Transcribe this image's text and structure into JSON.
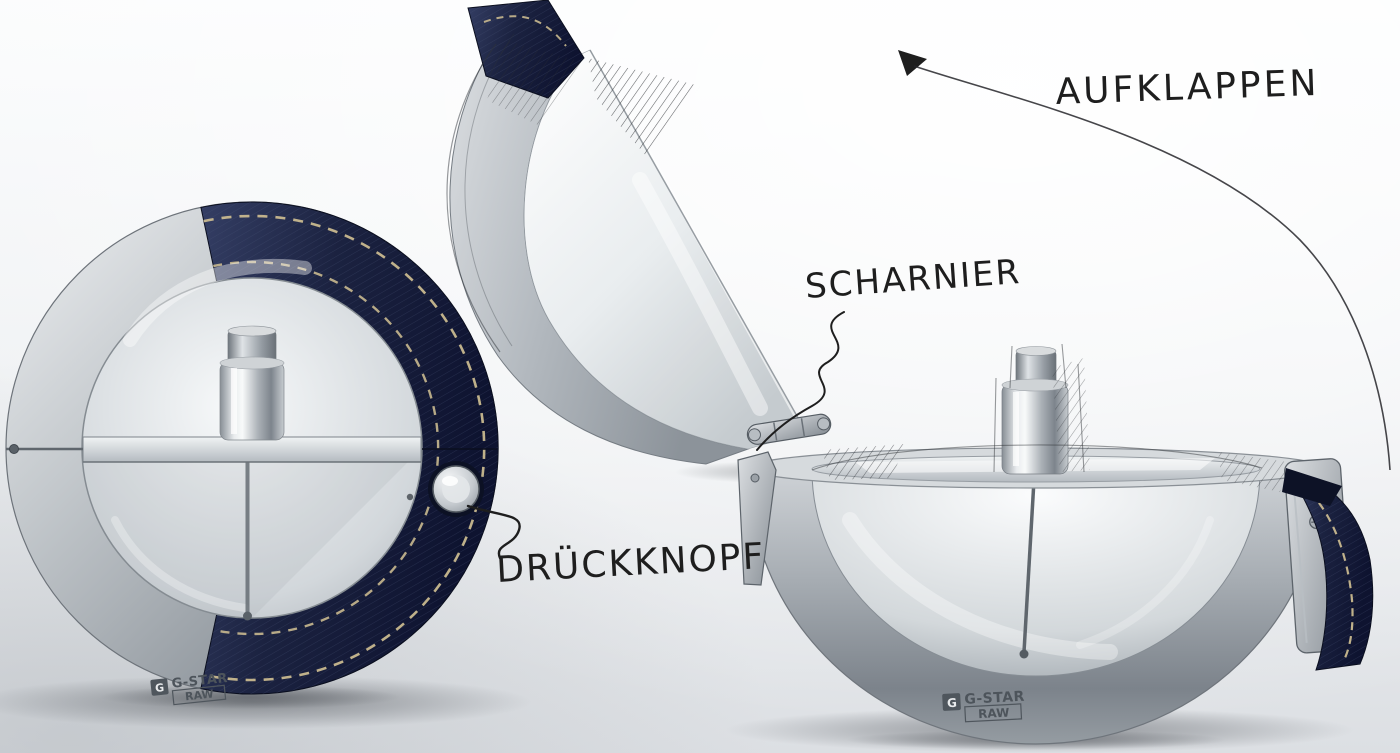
{
  "annotations": {
    "aufklappen": {
      "label": "AUFKLAPPEN"
    },
    "scharnier": {
      "label": "SCHARNIER"
    },
    "drueckknopf": {
      "label": "DRÜCKKNOPF"
    }
  },
  "branding": {
    "name": "G-STAR",
    "sub": "RAW",
    "icon_letter": "G"
  },
  "colors": {
    "denim": "#1b2240",
    "stitch": "#c9b98f",
    "metal": "#aeb4bb",
    "glass": "#dfe3e6",
    "ink": "#1e1e1e",
    "background": "#eceef0"
  }
}
